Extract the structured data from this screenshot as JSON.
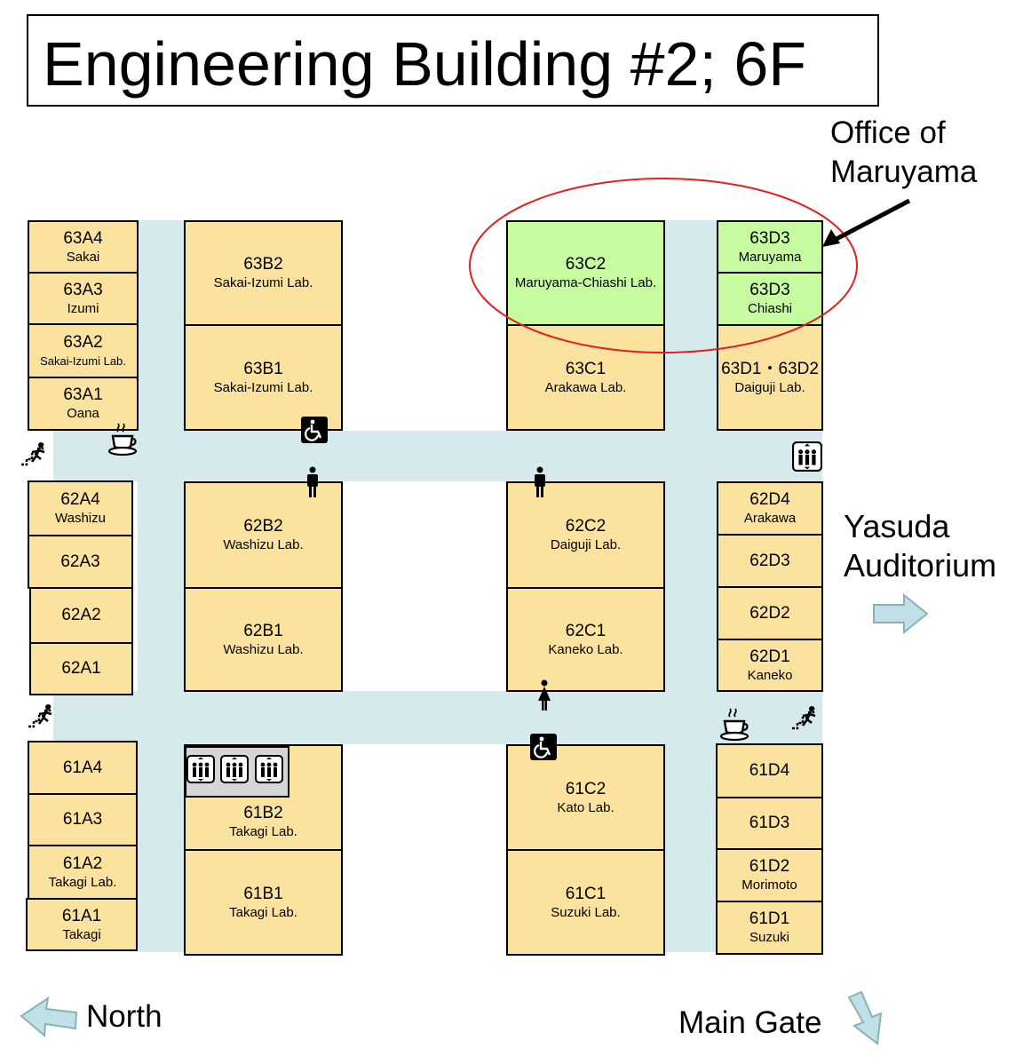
{
  "title": "Engineering Building #2; 6F",
  "callout": {
    "line1": "Office of",
    "line2": "Maruyama"
  },
  "directions": {
    "yasuda_line1": "Yasuda",
    "yasuda_line2": "Auditorium",
    "north": "North",
    "main_gate": "Main Gate"
  },
  "rooms": {
    "r63A4": {
      "code": "63A4",
      "name": "Sakai"
    },
    "r63A3": {
      "code": "63A3",
      "name": "Izumi"
    },
    "r63A2": {
      "code": "63A2",
      "name": "Sakai-Izumi Lab."
    },
    "r63A1": {
      "code": "63A1",
      "name": "Oana"
    },
    "r63B2": {
      "code": "63B2",
      "name": "Sakai-Izumi Lab."
    },
    "r63B1": {
      "code": "63B1",
      "name": "Sakai-Izumi Lab."
    },
    "r63C2": {
      "code": "63C2",
      "name": "Maruyama-Chiashi Lab."
    },
    "r63C1": {
      "code": "63C1",
      "name": "Arakawa Lab."
    },
    "r63D3a": {
      "code": "63D3",
      "name": "Maruyama"
    },
    "r63D3b": {
      "code": "63D3",
      "name": "Chiashi"
    },
    "r63D12": {
      "code": "63D1・63D2",
      "name": "Daiguji Lab."
    },
    "r62A4": {
      "code": "62A4",
      "name": "Washizu"
    },
    "r62A3": {
      "code": "62A3",
      "name": ""
    },
    "r62A2": {
      "code": "62A2",
      "name": ""
    },
    "r62A1": {
      "code": "62A1",
      "name": ""
    },
    "r62B2": {
      "code": "62B2",
      "name": "Washizu Lab."
    },
    "r62B1": {
      "code": "62B1",
      "name": "Washizu Lab."
    },
    "r62C2": {
      "code": "62C2",
      "name": "Daiguji Lab."
    },
    "r62C1": {
      "code": "62C1",
      "name": "Kaneko Lab."
    },
    "r62D4": {
      "code": "62D4",
      "name": "Arakawa"
    },
    "r62D3": {
      "code": "62D3",
      "name": ""
    },
    "r62D2": {
      "code": "62D2",
      "name": ""
    },
    "r62D1": {
      "code": "62D1",
      "name": "Kaneko"
    },
    "r61A4": {
      "code": "61A4",
      "name": ""
    },
    "r61A3": {
      "code": "61A3",
      "name": ""
    },
    "r61A2": {
      "code": "61A2",
      "name": "Takagi Lab."
    },
    "r61A1": {
      "code": "61A1",
      "name": "Takagi"
    },
    "r61B2": {
      "code": "61B2",
      "name": "Takagi Lab."
    },
    "r61B1": {
      "code": "61B1",
      "name": "Takagi Lab."
    },
    "r61C2": {
      "code": "61C2",
      "name": "Kato Lab."
    },
    "r61C1": {
      "code": "61C1",
      "name": "Suzuki Lab."
    },
    "r61D4": {
      "code": "61D4",
      "name": ""
    },
    "r61D3": {
      "code": "61D3",
      "name": ""
    },
    "r61D2": {
      "code": "61D2",
      "name": "Morimoto"
    },
    "r61D1": {
      "code": "61D1",
      "name": "Suzuki"
    }
  },
  "colors": {
    "room": "#fbe29e",
    "highlight_room": "#c6fba0",
    "corridor": "#d6eaed",
    "callout_ellipse": "#e02020",
    "arrow": "#bfe0e6"
  },
  "icons": [
    "stairs-icon",
    "coffee-icon",
    "wheelchair-icon",
    "restroom-icon",
    "elevator-icon",
    "arrow-right-icon",
    "arrow-left-icon",
    "arrow-down-icon"
  ]
}
